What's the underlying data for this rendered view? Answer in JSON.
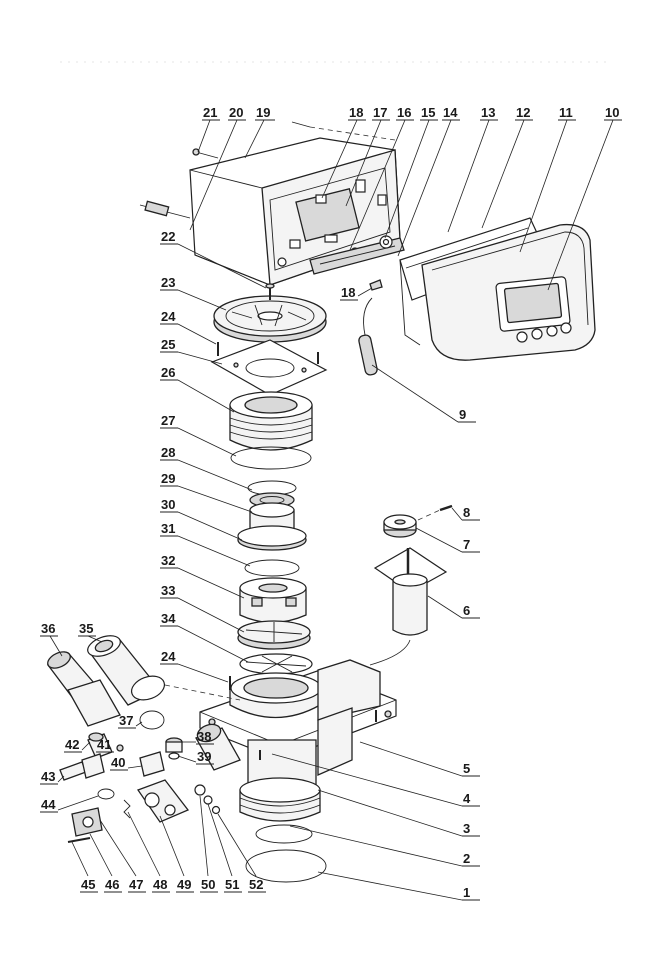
{
  "labels": [
    "1",
    "2",
    "3",
    "4",
    "5",
    "6",
    "7",
    "8",
    "9",
    "10",
    "11",
    "12",
    "13",
    "14",
    "15",
    "16",
    "17",
    "18",
    "18",
    "19",
    "20",
    "21",
    "22",
    "23",
    "24",
    "24",
    "25",
    "26",
    "27",
    "28",
    "29",
    "30",
    "31",
    "32",
    "33",
    "34",
    "35",
    "36",
    "37",
    "38",
    "39",
    "40",
    "41",
    "42",
    "43",
    "44",
    "45",
    "46",
    "47",
    "48",
    "49",
    "50",
    "51",
    "52"
  ]
}
